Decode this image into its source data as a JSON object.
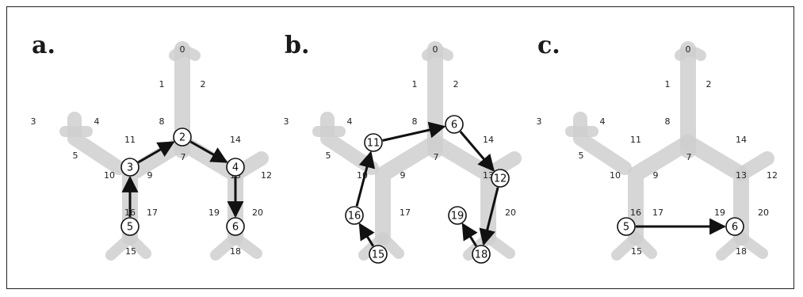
{
  "figure": {
    "panels": [
      {
        "letter": "a.",
        "labels": [
          "0",
          "1",
          "2",
          "3",
          "4",
          "5",
          "7",
          "8",
          "9",
          "10",
          "11",
          "12",
          "13",
          "14",
          "15",
          "16",
          "17",
          "18",
          "19",
          "20"
        ],
        "circled": [
          "3",
          "2",
          "4",
          "5",
          "6"
        ],
        "path": [
          [
            "5",
            "3"
          ],
          [
            "3",
            "2"
          ],
          [
            "2",
            "4"
          ],
          [
            "4",
            "6"
          ]
        ]
      },
      {
        "letter": "b.",
        "labels": [
          "0",
          "1",
          "2",
          "3",
          "4",
          "5",
          "7",
          "8",
          "9",
          "10",
          "13",
          "14",
          "17",
          "20"
        ],
        "circled": [
          "11",
          "6",
          "12",
          "16",
          "15",
          "19",
          "18"
        ],
        "path": [
          [
            "15",
            "16"
          ],
          [
            "16",
            "11"
          ],
          [
            "11",
            "6"
          ],
          [
            "6",
            "12"
          ],
          [
            "12",
            "18"
          ],
          [
            "18",
            "19"
          ]
        ]
      },
      {
        "letter": "c.",
        "labels": [
          "0",
          "1",
          "2",
          "3",
          "4",
          "5",
          "7",
          "8",
          "9",
          "10",
          "11",
          "12",
          "13",
          "14",
          "15",
          "16",
          "17",
          "18",
          "19",
          "20"
        ],
        "circled": [
          "5",
          "6"
        ],
        "path": [
          [
            "5",
            "6"
          ]
        ]
      }
    ]
  }
}
